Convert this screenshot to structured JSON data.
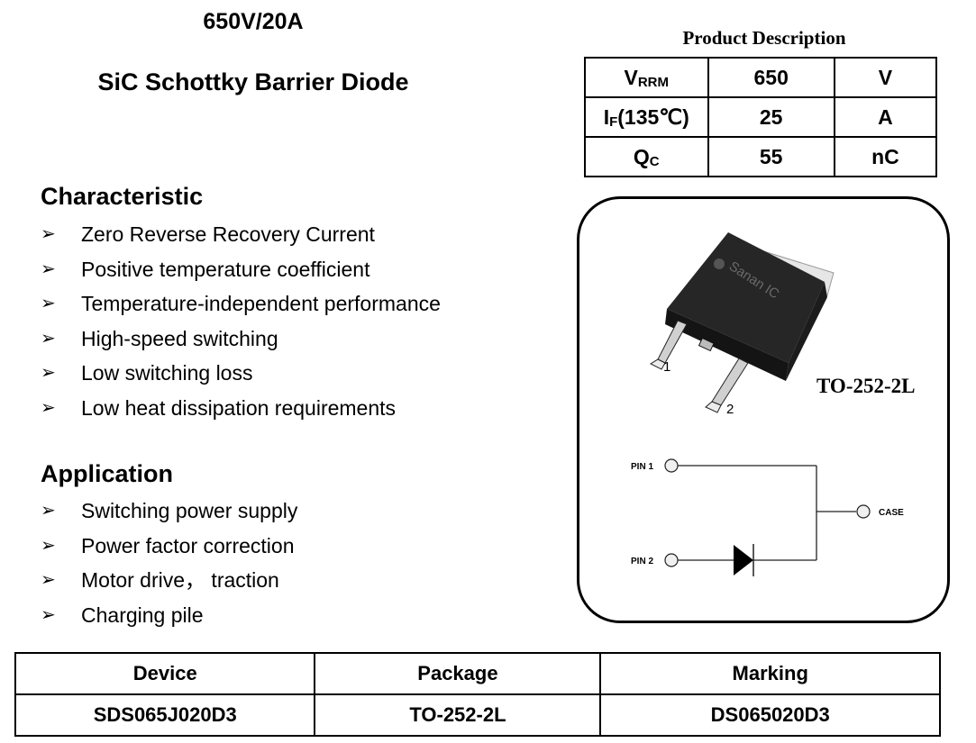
{
  "header": {
    "rating": "650V/20A",
    "product_type": "SiC Schottky Barrier Diode"
  },
  "characteristic": {
    "heading": "Characteristic",
    "bullet_icon": "arrow-bullet-icon",
    "items": [
      "Zero Reverse Recovery Current",
      "Positive temperature coefficient",
      "Temperature-independent performance",
      "High-speed switching",
      "Low switching loss",
      "Low heat dissipation requirements"
    ]
  },
  "application": {
    "heading": "Application",
    "items": [
      "Switching power supply",
      "Power factor correction",
      "Motor drive， traction",
      "Charging pile"
    ]
  },
  "product_description": {
    "title": "Product Description",
    "rows": [
      {
        "symbol": "V",
        "subscript": "RRM",
        "suffix": "",
        "value": "650",
        "unit": "V"
      },
      {
        "symbol": "I",
        "subscript": "F",
        "suffix": "(135℃)",
        "value": "25",
        "unit": "A"
      },
      {
        "symbol": "Q",
        "subscript": "C",
        "suffix": "",
        "value": "55",
        "unit": "nC"
      }
    ]
  },
  "package": {
    "label": "TO-252-2L",
    "brand_marking": "Sanan IC",
    "pin_numbers": [
      "1",
      "2"
    ],
    "schematic": {
      "pin1": "PIN 1",
      "pin2": "PIN 2",
      "case": "CASE"
    }
  },
  "ordering_table": {
    "headers": [
      "Device",
      "Package",
      "Marking"
    ],
    "rows": [
      [
        "SDS065J020D3",
        "TO-252-2L",
        "DS065020D3"
      ]
    ]
  }
}
